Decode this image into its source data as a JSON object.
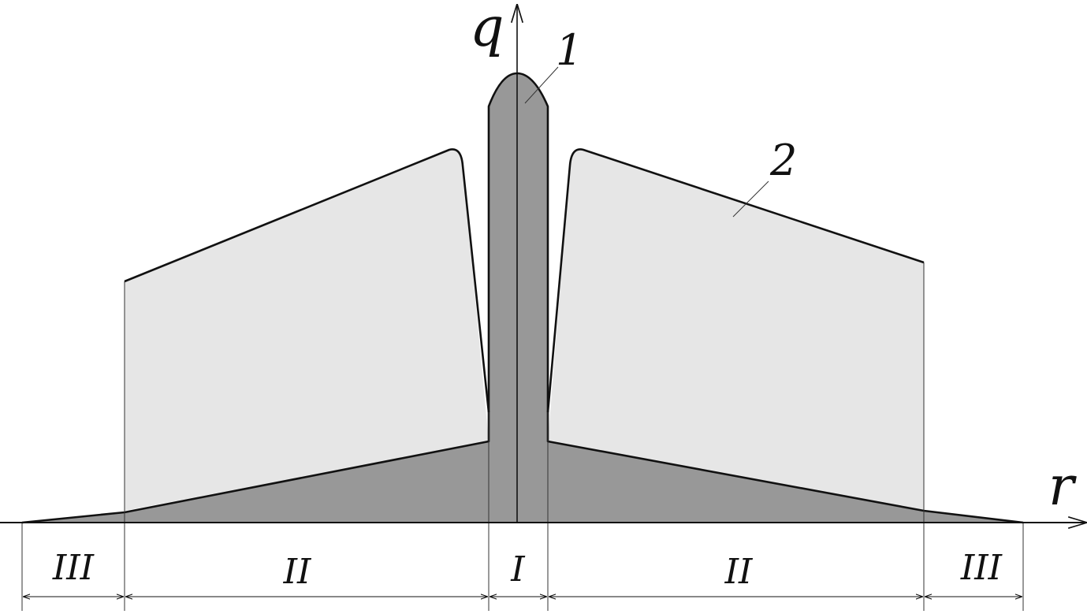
{
  "axes": {
    "y_label": "q",
    "x_label": "r"
  },
  "curves": {
    "curve_1_label": "1",
    "curve_2_label": "2"
  },
  "regions": {
    "left_outer": "III",
    "left_mid": "II",
    "center": "I",
    "right_mid": "II",
    "right_outer": "III"
  },
  "colors": {
    "dark_fill": "#989898",
    "light_fill": "#e6e6e6",
    "line": "#111111"
  }
}
